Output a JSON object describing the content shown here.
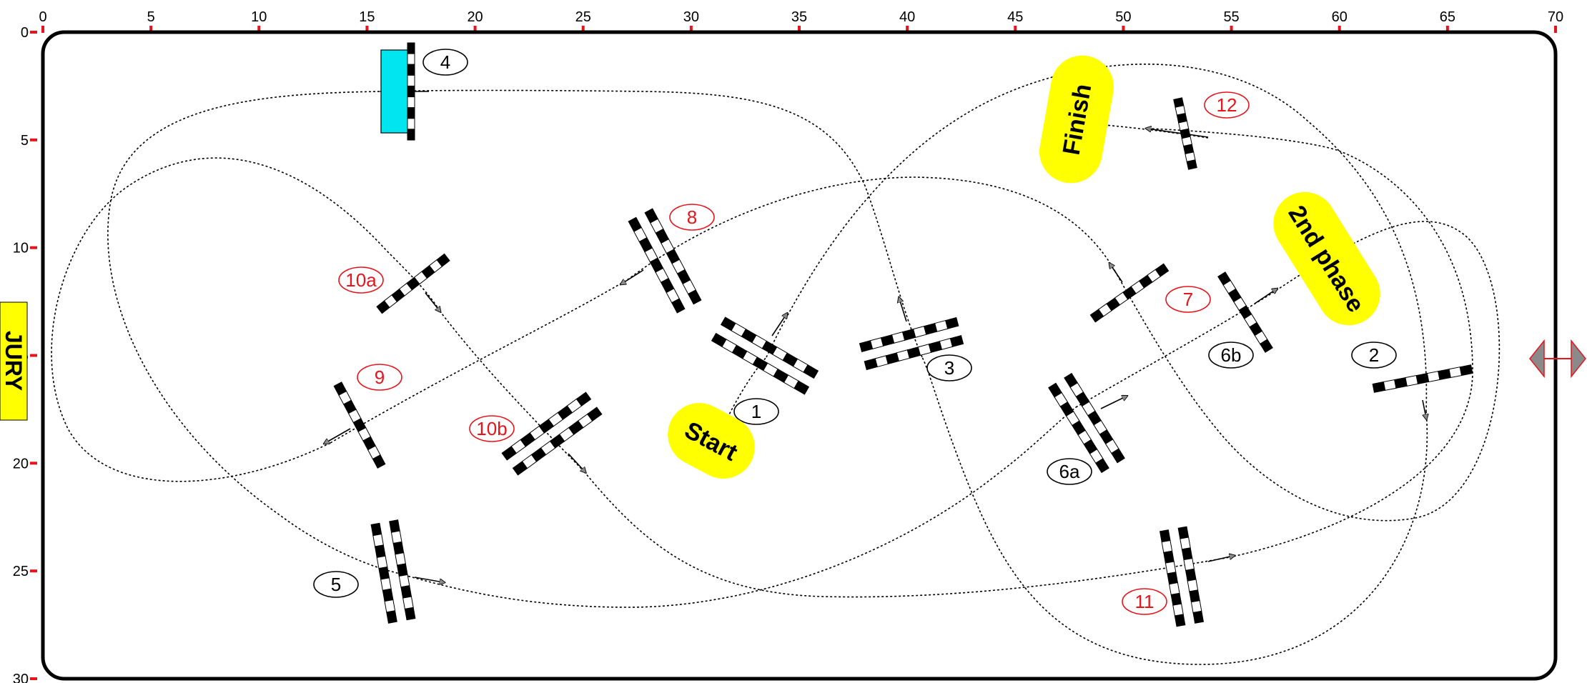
{
  "colors": {
    "arena_border": "#000000",
    "path": "#000000",
    "number_phase1": "#000000",
    "number_phase2": "#e8141c",
    "zone_fill": "#ffff00",
    "water_fill": "#00e5ee",
    "arrow_fill": "#8a8a8a",
    "tick": "#e8141c",
    "exit_marker": "#e8141c"
  },
  "axes": {
    "x_ticks": [
      "0",
      "5",
      "10",
      "15",
      "20",
      "25",
      "30",
      "35",
      "40",
      "45",
      "50",
      "55",
      "60",
      "65",
      "70"
    ],
    "y_ticks": [
      "0",
      "5",
      "10",
      "15",
      "20",
      "25",
      "30"
    ]
  },
  "labels": {
    "jury": "JURY",
    "start": "Start",
    "finish": "Finish",
    "second_phase": "2nd phase"
  },
  "obstacles": [
    {
      "id": "1",
      "type": "oxer",
      "phase": 1
    },
    {
      "id": "2",
      "type": "vertical",
      "phase": 1
    },
    {
      "id": "3",
      "type": "oxer",
      "phase": 1
    },
    {
      "id": "4",
      "type": "water",
      "phase": 1
    },
    {
      "id": "5",
      "type": "oxer",
      "phase": 1
    },
    {
      "id": "6a",
      "type": "oxer",
      "phase": 1
    },
    {
      "id": "6b",
      "type": "vertical",
      "phase": 1
    },
    {
      "id": "7",
      "type": "vertical",
      "phase": 2
    },
    {
      "id": "8",
      "type": "oxer",
      "phase": 2
    },
    {
      "id": "9",
      "type": "vertical",
      "phase": 2
    },
    {
      "id": "10a",
      "type": "vertical",
      "phase": 2
    },
    {
      "id": "10b",
      "type": "oxer",
      "phase": 2
    },
    {
      "id": "11",
      "type": "oxer",
      "phase": 2
    },
    {
      "id": "12",
      "type": "vertical",
      "phase": 2
    }
  ]
}
